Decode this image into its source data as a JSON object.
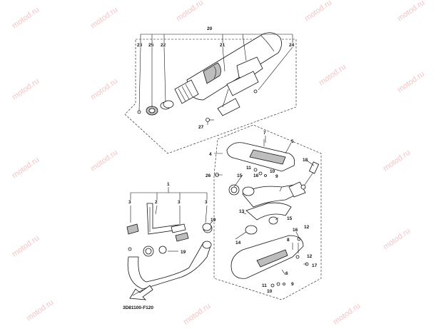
{
  "diagram": {
    "code": "3D81100-F120",
    "watermark": "motod.ru",
    "callouts": {
      "n20": "20",
      "n23": "23",
      "n25": "25",
      "n22": "22",
      "n21": "21",
      "n24": "24",
      "n27": "27",
      "n4": "4",
      "n7": "7",
      "n5": "5",
      "n18": "18",
      "n11a": "11",
      "n10a": "10",
      "n9a": "9",
      "n15a": "15",
      "n26": "26",
      "n16a": "16",
      "n13": "13",
      "n15b": "15",
      "n19a": "19",
      "n14": "14",
      "n1": "1",
      "n3a": "3",
      "n2": "2",
      "n3b": "3",
      "n3c": "3",
      "n19b": "19",
      "n16b": "16",
      "n12a": "12",
      "n8": "8",
      "n12b": "12",
      "n17": "17",
      "n6": "6",
      "n11b": "11",
      "n10b": "10",
      "n9b": "9"
    }
  }
}
